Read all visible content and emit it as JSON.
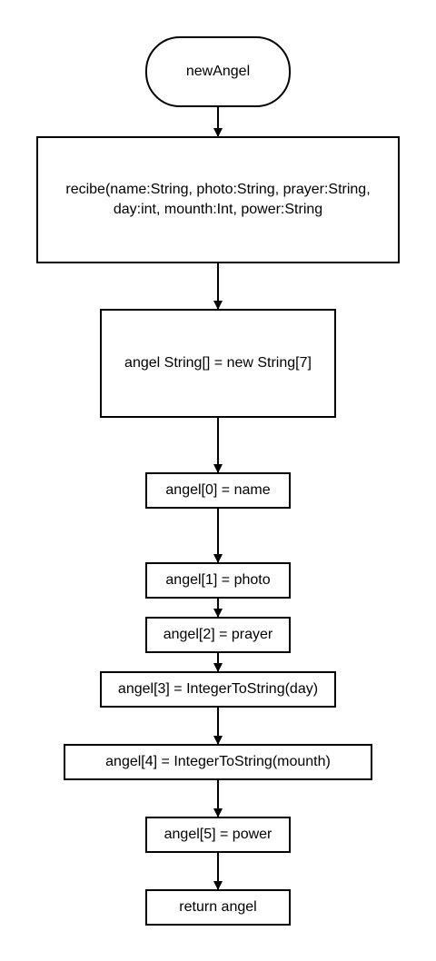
{
  "diagram": {
    "start": "newAngel",
    "steps": [
      "recibe(name:String, photo:String, prayer:String, day:int, mounth:Int, power:String",
      "angel String[] = new String[7]",
      "angel[0] = name",
      "angel[1] = photo",
      "angel[2] = prayer",
      "angel[3] = IntegerToString(day)",
      "angel[4] = IntegerToString(mounth)",
      "angel[5] = power",
      "return angel"
    ]
  }
}
